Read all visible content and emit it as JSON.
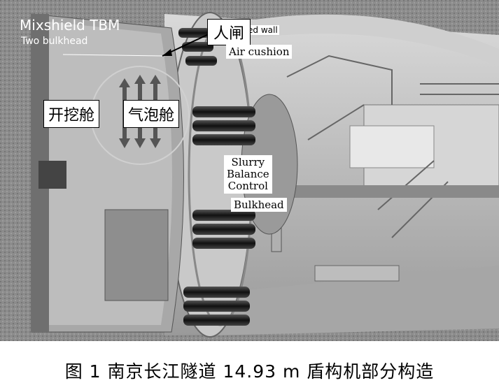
{
  "figure": {
    "overlay_title": "Mixshield TBM",
    "overlay_subtitle": "Two bulkhead",
    "fragment_text": "ed wall",
    "labels": {
      "manlock": "人闸",
      "air_cushion": "Air cushion",
      "excavation_chamber": "开挖舱",
      "bubble_chamber": "气泡舱",
      "slurry_balance_control": [
        "Slurry",
        "Balance",
        "Control"
      ],
      "bulkhead": "Bulkhead"
    }
  },
  "caption": {
    "text": "图 1  南京长江隧道 14.93 m 盾构机部分构造"
  },
  "colors": {
    "background": "#ffffff",
    "label_border": "#000000",
    "machine_gray": "#b8b8b8",
    "dark_gray": "#2a2a2a"
  }
}
